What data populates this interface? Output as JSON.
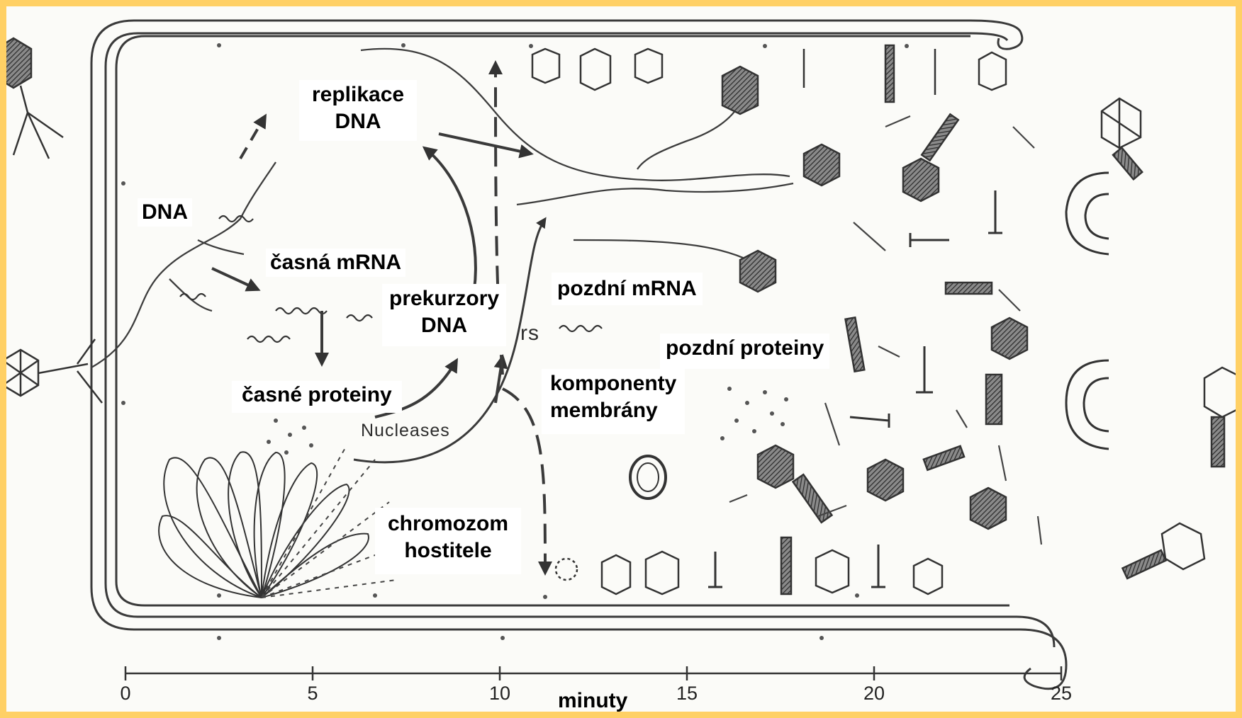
{
  "labels": {
    "dna": "DNA",
    "replication": [
      "replikace",
      "DNA"
    ],
    "early_mrna": "časná mRNA",
    "dna_precursors": [
      "prekurzory",
      "DNA"
    ],
    "late_mrna": "pozdní mRNA",
    "late_proteins": "pozdní proteiny",
    "early_proteins": "časné proteiny",
    "membrane_components": [
      "komponenty",
      "membrány"
    ],
    "host_chromosome": [
      "chromozom",
      "hostitele"
    ],
    "nucleases": "Nucleases",
    "fragment_rs": "rs"
  },
  "time_axis": {
    "title": "minuty",
    "ticks": [
      "0",
      "5",
      "10",
      "15",
      "20",
      "25"
    ]
  }
}
